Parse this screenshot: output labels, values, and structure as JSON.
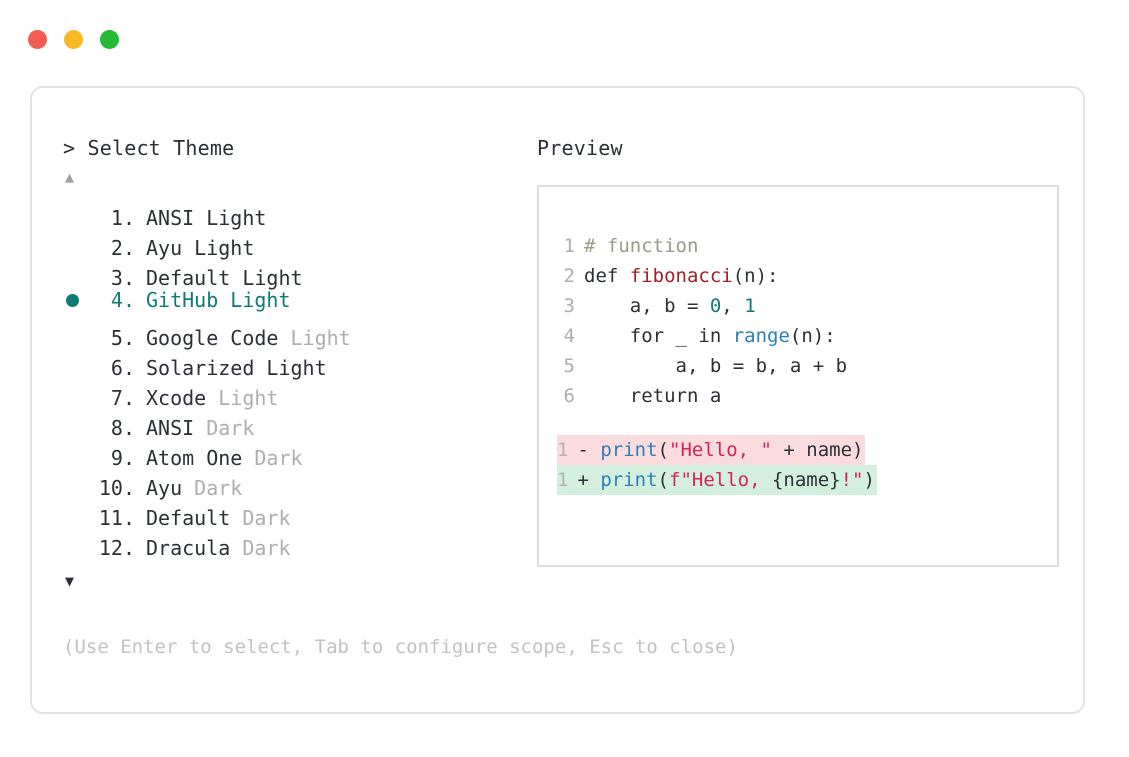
{
  "window": {
    "traffic_lights": [
      {
        "name": "close-dot",
        "color": "#f25c54"
      },
      {
        "name": "minimize-dot",
        "color": "#f5b921"
      },
      {
        "name": "maximize-dot",
        "color": "#22bb33"
      }
    ]
  },
  "selector": {
    "title": "> Select Theme",
    "scroll_up_arrow": "▲",
    "scroll_down_arrow": "▼",
    "selected_index": 4,
    "bullet_glyph": "●",
    "accent_color": "#0f7b77",
    "items": [
      {
        "index": "1.",
        "name": "ANSI",
        "variant": " Light",
        "variant_muted": false,
        "selected": false
      },
      {
        "index": "2.",
        "name": "Ayu",
        "variant": " Light",
        "variant_muted": false,
        "selected": false
      },
      {
        "index": "3.",
        "name": "Default",
        "variant": " Light",
        "variant_muted": false,
        "selected": false
      },
      {
        "index": "4.",
        "name": "GitHub",
        "variant": " Light",
        "variant_muted": false,
        "selected": true
      },
      {
        "index": "5.",
        "name": "Google Code",
        "variant": " Light",
        "variant_muted": true,
        "selected": false
      },
      {
        "index": "6.",
        "name": "Solarized",
        "variant": " Light",
        "variant_muted": false,
        "selected": false
      },
      {
        "index": "7.",
        "name": "Xcode",
        "variant": " Light",
        "variant_muted": true,
        "selected": false
      },
      {
        "index": "8.",
        "name": "ANSI",
        "variant": " Dark",
        "variant_muted": true,
        "selected": false
      },
      {
        "index": "9.",
        "name": "Atom One",
        "variant": " Dark",
        "variant_muted": true,
        "selected": false
      },
      {
        "index": "10.",
        "name": "Ayu",
        "variant": " Dark",
        "variant_muted": true,
        "selected": false
      },
      {
        "index": "11.",
        "name": "Default",
        "variant": " Dark",
        "variant_muted": true,
        "selected": false
      },
      {
        "index": "12.",
        "name": "Dracula",
        "variant": " Dark",
        "variant_muted": true,
        "selected": false
      }
    ],
    "hint": "(Use Enter to select, Tab to configure scope, Esc to close)"
  },
  "preview": {
    "title": "Preview",
    "code_lines": [
      {
        "no": "1",
        "tokens": [
          {
            "t": "# function",
            "c": "comment"
          }
        ]
      },
      {
        "no": "2",
        "tokens": [
          {
            "t": "def ",
            "c": "plain"
          },
          {
            "t": "fibonacci",
            "c": "func"
          },
          {
            "t": "(n):",
            "c": "plain"
          }
        ]
      },
      {
        "no": "3",
        "tokens": [
          {
            "t": "    a, b = ",
            "c": "plain"
          },
          {
            "t": "0",
            "c": "num"
          },
          {
            "t": ", ",
            "c": "plain"
          },
          {
            "t": "1",
            "c": "num"
          }
        ]
      },
      {
        "no": "4",
        "tokens": [
          {
            "t": "    for _ in ",
            "c": "plain"
          },
          {
            "t": "range",
            "c": "builtin"
          },
          {
            "t": "(n):",
            "c": "plain"
          }
        ]
      },
      {
        "no": "5",
        "tokens": [
          {
            "t": "        a, b = b, a + b",
            "c": "plain"
          }
        ]
      },
      {
        "no": "6",
        "tokens": [
          {
            "t": "    return a",
            "c": "plain"
          }
        ]
      }
    ],
    "diff_lines": [
      {
        "no": "1",
        "kind": "minus",
        "sign": "- ",
        "bg": "#fadcdf",
        "tokens": [
          {
            "t": "print",
            "c": "builtin"
          },
          {
            "t": "(",
            "c": "plain"
          },
          {
            "t": "\"Hello, \"",
            "c": "str"
          },
          {
            "t": " + name)",
            "c": "plain"
          }
        ]
      },
      {
        "no": "1",
        "kind": "plus",
        "sign": "+ ",
        "bg": "#d3f0de",
        "tokens": [
          {
            "t": "print",
            "c": "builtin"
          },
          {
            "t": "(",
            "c": "plain"
          },
          {
            "t": "f\"Hello, ",
            "c": "str"
          },
          {
            "t": "{name}",
            "c": "plain"
          },
          {
            "t": "!\"",
            "c": "str"
          },
          {
            "t": ")",
            "c": "plain"
          }
        ]
      }
    ]
  }
}
